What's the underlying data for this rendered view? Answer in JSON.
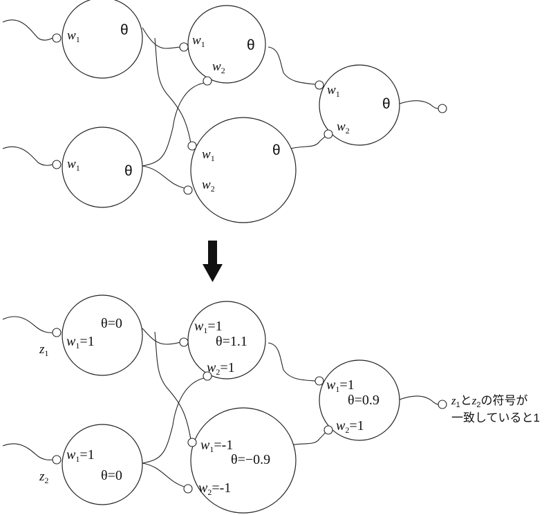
{
  "top": {
    "n1": {
      "w1": "w",
      "w1_sub": "1",
      "theta": "θ"
    },
    "n2": {
      "w1": "w",
      "w1_sub": "1",
      "theta": "θ"
    },
    "n3": {
      "w1": "w",
      "w1_sub": "1",
      "w2": "w",
      "w2_sub": "2",
      "theta": "θ"
    },
    "n4": {
      "w1": "w",
      "w1_sub": "1",
      "w2": "w",
      "w2_sub": "2",
      "theta": "θ"
    },
    "n5": {
      "w1": "w",
      "w1_sub": "1",
      "w2": "w",
      "w2_sub": "2",
      "theta": "θ"
    }
  },
  "bottom": {
    "input1": {
      "z": "z",
      "z_sub": "1"
    },
    "input2": {
      "z": "z",
      "z_sub": "2"
    },
    "n1": {
      "w1": "w",
      "w1_sub": "1",
      "w1_val": "=1",
      "theta": "θ=0"
    },
    "n2": {
      "w1": "w",
      "w1_sub": "1",
      "w1_val": "=1",
      "theta": "θ=0"
    },
    "n3": {
      "w1": "w",
      "w1_sub": "1",
      "w1_val": "=1",
      "w2": "w",
      "w2_sub": "2",
      "w2_val": "=1",
      "theta": "θ=1.1"
    },
    "n4": {
      "w1": "w",
      "w1_sub": "1",
      "w1_val": "=-1",
      "w2": "w",
      "w2_sub": "2",
      "w2_val": "=-1",
      "theta": "θ=−0.9"
    },
    "n5": {
      "w1": "w",
      "w1_sub": "1",
      "w1_val": "=1",
      "w2": "w",
      "w2_sub": "2",
      "w2_val": "=1",
      "theta": "θ=0.9"
    },
    "output": {
      "z1": "z",
      "z1_sub": "1",
      "mid": "と",
      "z2": "z",
      "z2_sub": "2",
      "line1_rest": "の符号が",
      "line2": "一致していると1"
    }
  }
}
